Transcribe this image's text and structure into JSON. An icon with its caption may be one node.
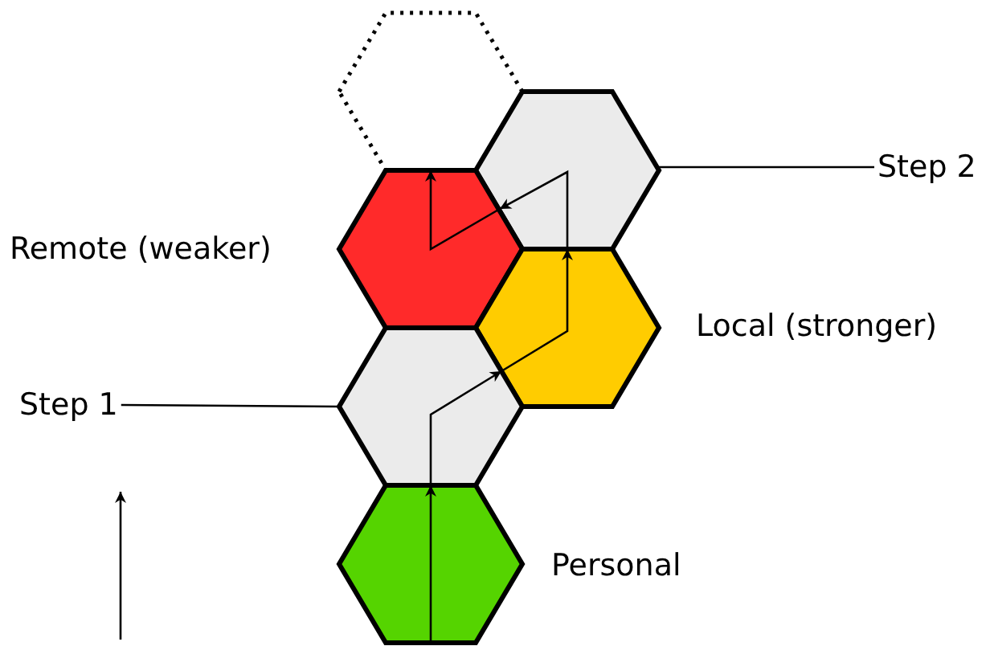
{
  "diagram": {
    "nodes": [
      {
        "text": [],
        "shape": "hexagon"
      },
      {
        "text": [],
        "shape": "hexagon"
      },
      {
        "text": [],
        "shape": "hexagon",
        "beside": [
          "Remote (weaker)"
        ]
      },
      {
        "text": [],
        "shape": "hexagon",
        "beside": [
          "Local (stronger)"
        ]
      },
      {
        "text": [],
        "shape": "hexagon"
      },
      {
        "text": [],
        "shape": "hexagon",
        "beside": [
          "Personal"
        ]
      },
      {
        "text": [
          "Step 2"
        ]
      },
      {
        "text": [
          "Step 1"
        ]
      }
    ],
    "edges": [
      {
        "from": 5,
        "to": 4,
        "arrow": "to"
      },
      {
        "from": 4,
        "to": 3,
        "arrow": "to"
      },
      {
        "from": 3,
        "to": 1,
        "arrow": "to"
      },
      {
        "from": 1,
        "to": 2,
        "arrow": "to"
      },
      {
        "from": 2,
        "to": 0,
        "arrow": "to"
      },
      {
        "from": 6,
        "to": 1,
        "arrow": "none"
      },
      {
        "from": 7,
        "to": 4,
        "arrow": "none"
      }
    ]
  }
}
